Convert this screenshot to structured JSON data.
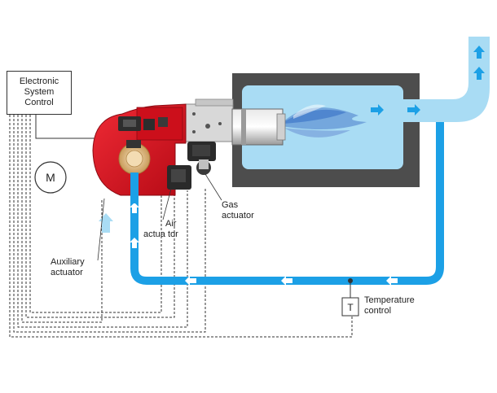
{
  "labels": {
    "control_line1": "Electronic",
    "control_line2": "System",
    "control_line3": "Control",
    "motor": "M",
    "auxiliary_line1": "Auxiliary",
    "auxiliary_line2": "actuator",
    "air_line1": "Air",
    "air_line2": "actua tor",
    "gas_line1": "Gas",
    "gas_line2": "actuator",
    "temp_symbol": "T",
    "temp_line1": "Temperature",
    "temp_line2": "control"
  },
  "colors": {
    "pipe": "#1ca0e6",
    "furnace_outer": "#4d4d4d",
    "furnace_inner": "#a9dcf4",
    "flue": "#a9dcf4",
    "burner_red": "#d7101e",
    "flame": "#6b9ed8",
    "air_arrow": "#a9dcf4"
  }
}
